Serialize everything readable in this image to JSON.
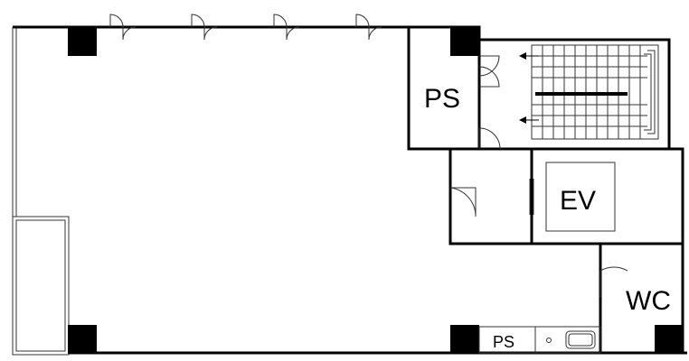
{
  "plan": {
    "labels": {
      "ps_upper": "PS",
      "ev": "EV",
      "wc": "WC",
      "ps_lower": "PS"
    },
    "colors": {
      "wall": "#000000",
      "thin_line": "#333333",
      "background": "#ffffff"
    }
  }
}
